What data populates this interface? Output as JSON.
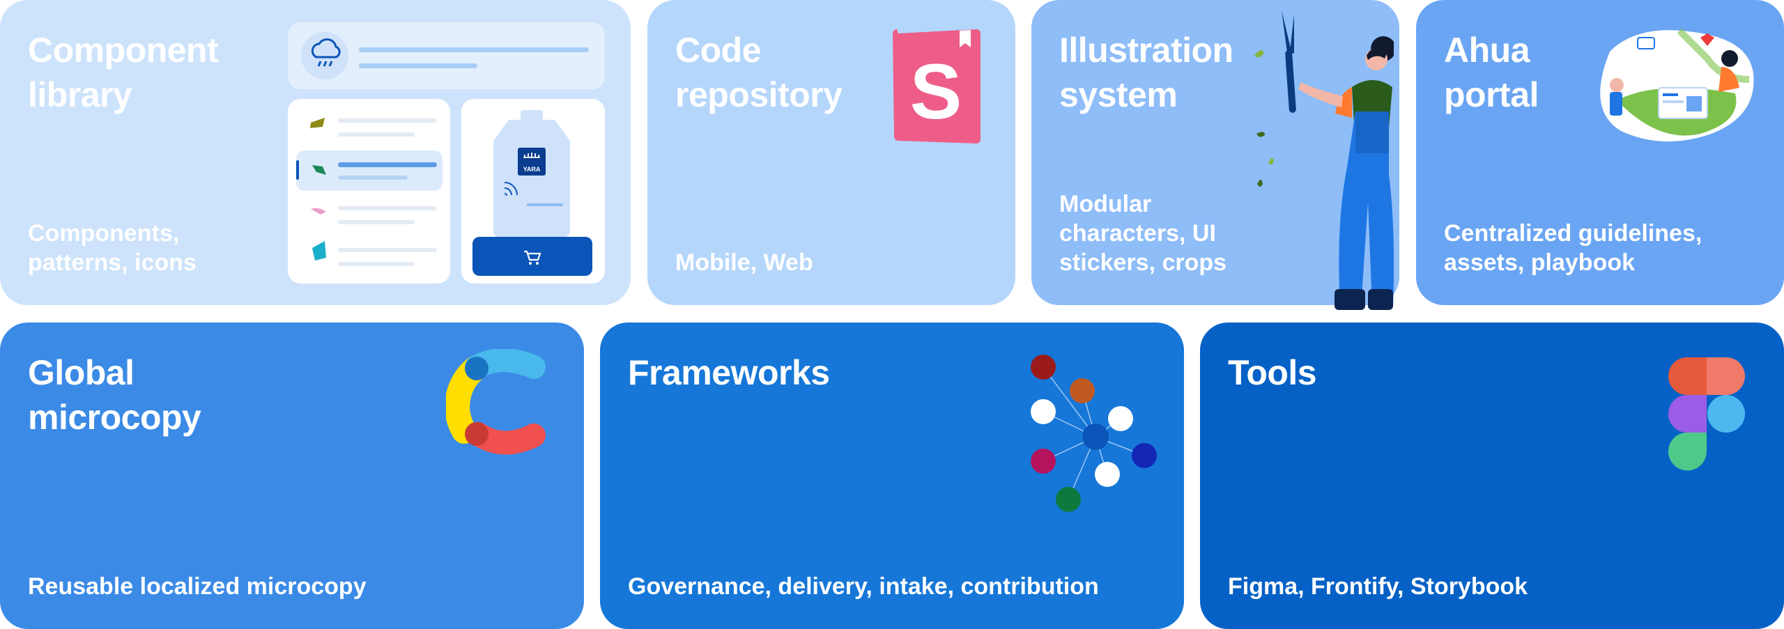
{
  "cards": {
    "component_library": {
      "title": "Component\nlibrary",
      "subtitle": "Components,\npatterns, icons",
      "product_label": "YARA",
      "color": "#cde3fb"
    },
    "code_repository": {
      "title": "Code\nrepository",
      "subtitle": "Mobile, Web",
      "logo_letter": "S",
      "color": "#b5d6fb"
    },
    "illustration_system": {
      "title": "Illustration\nsystem",
      "subtitle": "Modular\ncharacters, UI\nstickers, crops",
      "color": "#8ebdf8"
    },
    "ahua_portal": {
      "title": "Ahua\nportal",
      "subtitle": "Centralized guidelines,\nassets, playbook",
      "color": "#6aa5f3"
    },
    "global_microcopy": {
      "title": "Global\nmicrocopy",
      "subtitle": "Reusable localized microcopy",
      "color": "#3b8be6"
    },
    "frameworks": {
      "title": "Frameworks",
      "subtitle": "Governance, delivery, intake, contribution",
      "color": "#1677d8"
    },
    "tools": {
      "title": "Tools",
      "subtitle": "Figma, Frontify, Storybook",
      "color": "#0661c6"
    }
  }
}
